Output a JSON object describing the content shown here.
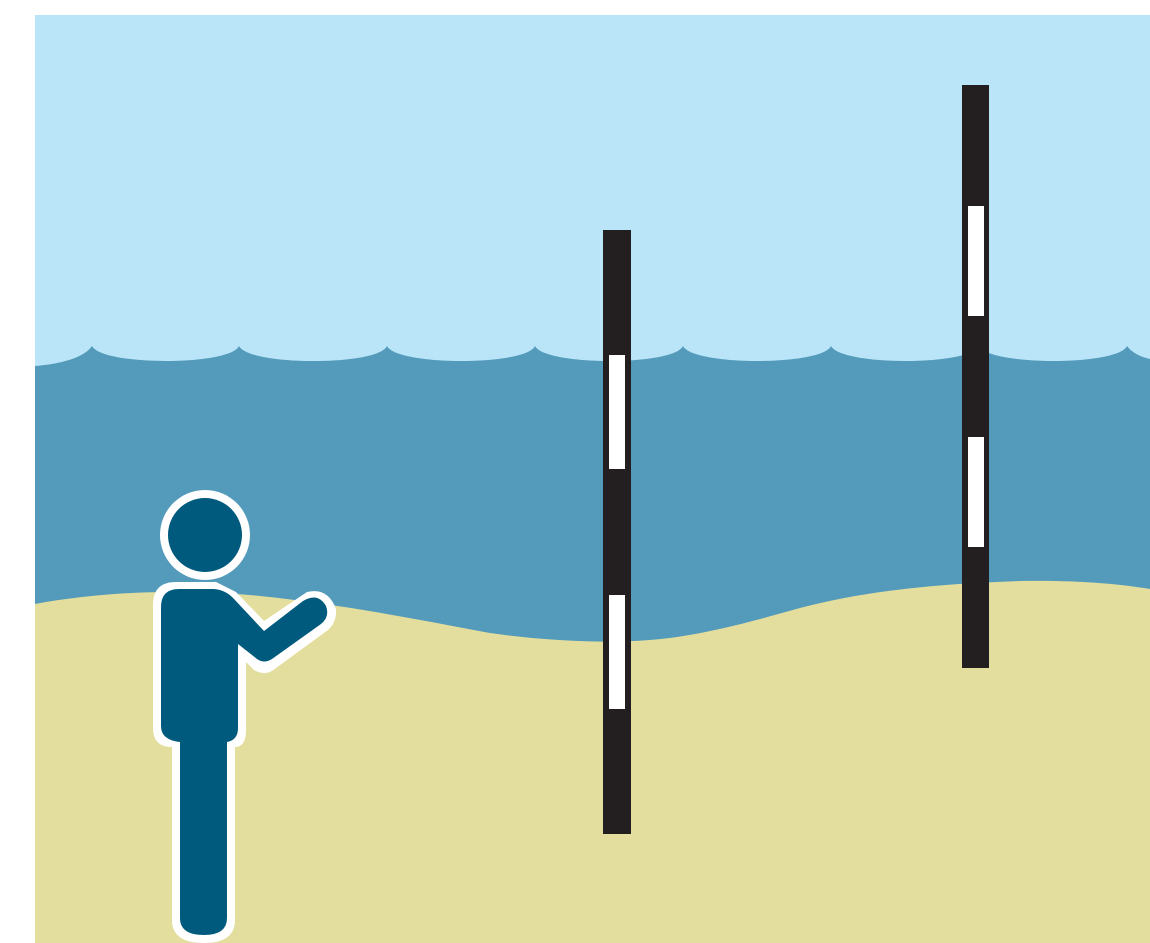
{
  "colors": {
    "background": "#ffffff",
    "sky": "#bae5f8",
    "water": "#549bbb",
    "sand": "#e3de9e",
    "pole": "#231f20",
    "pole_marker": "#ffffff",
    "person": "#005a7e",
    "person_outline": "#ffffff"
  },
  "icons": {
    "scene": "beach-survey-illustration",
    "person": "person-pointing-icon",
    "pole": "survey-pole-icon"
  },
  "scene": {
    "poles": [
      {
        "name": "survey-pole-near",
        "marker_count": 2
      },
      {
        "name": "survey-pole-far",
        "marker_count": 2
      }
    ]
  }
}
